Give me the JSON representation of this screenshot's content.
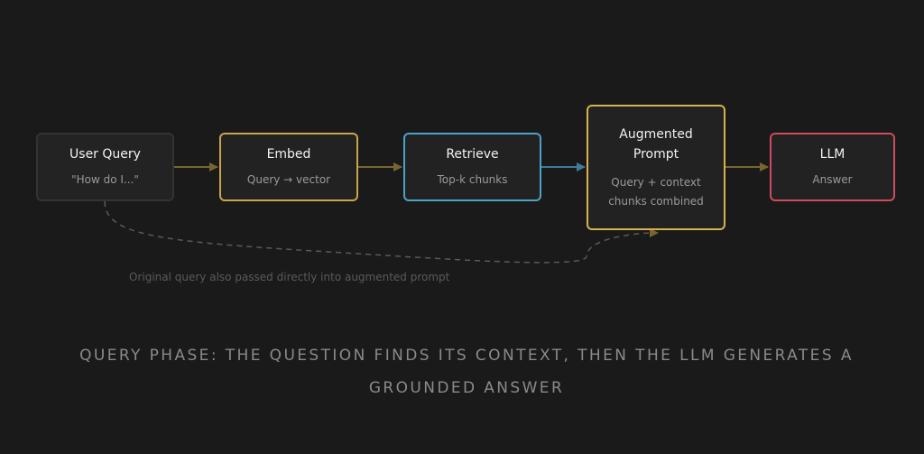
{
  "nodes": {
    "user_query": {
      "title": "User Query",
      "sub": "\"How do I...\""
    },
    "embed": {
      "title": "Embed",
      "sub": "Query → vector"
    },
    "retrieve": {
      "title": "Retrieve",
      "sub": "Top-k chunks"
    },
    "augmented": {
      "title": "Augmented Prompt",
      "sub": "Query + context chunks combined"
    },
    "llm": {
      "title": "LLM",
      "sub": "Answer"
    }
  },
  "note": "Original query also passed directly into augmented prompt",
  "caption": "Query phase: the question finds its context, then the LLM generates a grounded answer",
  "colors": {
    "background": "#1a1a1a",
    "gold": "#c9a54b",
    "blue": "#4aa3c8",
    "red": "#d04a62",
    "arrow_gold": "#7a6531",
    "arrow_blue": "#3e7c98"
  }
}
